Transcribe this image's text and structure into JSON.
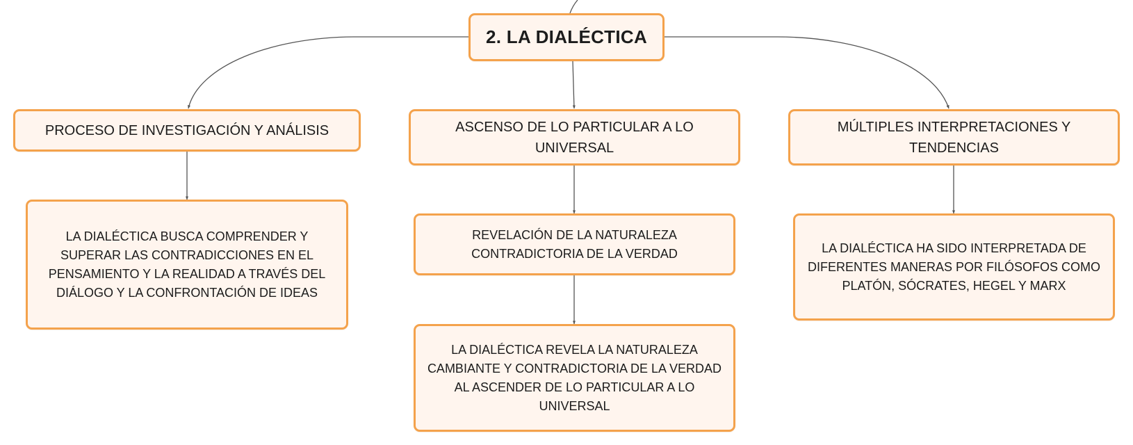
{
  "colors": {
    "node_border": "#f4a24c",
    "node_fill": "#fff5ee",
    "connector": "#555555"
  },
  "root": {
    "label": "2. LA DIALÉCTICA"
  },
  "branches": [
    {
      "label": "PROCESO DE INVESTIGACIÓN Y ANÁLISIS",
      "children": [
        "LA DIALÉCTICA BUSCA COMPRENDER Y SUPERAR LAS CONTRADICCIONES EN EL PENSAMIENTO Y LA REALIDAD A TRAVÉS DEL DIÁLOGO Y LA CONFRONTACIÓN DE IDEAS"
      ]
    },
    {
      "label": "ASCENSO DE LO PARTICULAR A LO UNIVERSAL",
      "children": [
        "REVELACIÓN DE LA NATURALEZA CONTRADICTORIA DE LA VERDAD",
        "LA DIALÉCTICA REVELA LA NATURALEZA CAMBIANTE Y CONTRADICTORIA DE LA VERDAD AL ASCENDER DE LO PARTICULAR A LO UNIVERSAL"
      ]
    },
    {
      "label": "MÚLTIPLES INTERPRETACIONES Y TENDENCIAS",
      "children": [
        "LA DIALÉCTICA HA SIDO INTERPRETADA DE DIFERENTES MANERAS POR FILÓSOFOS COMO PLATÓN, SÓCRATES, HEGEL Y MARX"
      ]
    }
  ]
}
